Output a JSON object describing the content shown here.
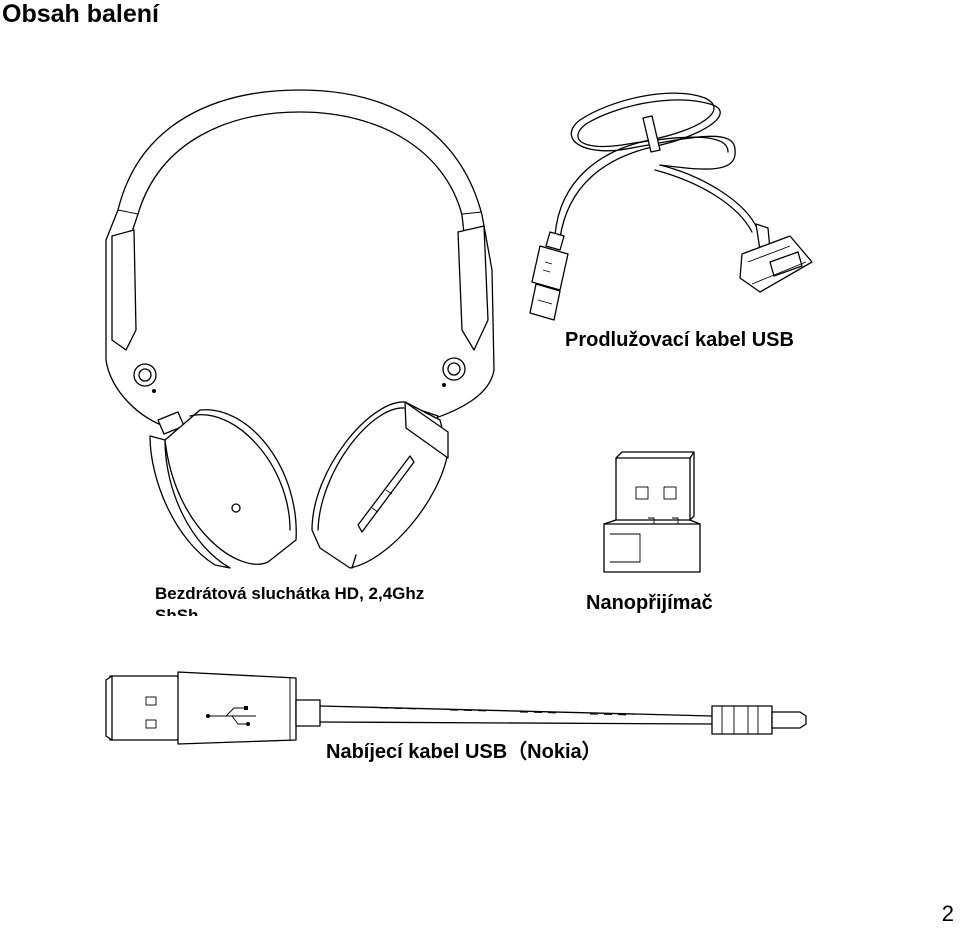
{
  "page": {
    "title": "Obsah balení",
    "page_number": "2"
  },
  "items": {
    "extension_cable": {
      "label": "Prodlužovací kabel USB"
    },
    "headphones": {
      "label_line1": "Bezdrátová sluchátka HD, 2,4Ghz",
      "label_line2": "ShSh"
    },
    "receiver": {
      "label": "Nanopřijímač"
    },
    "charging_cable": {
      "label": "Nabíjecí kabel USB（Nokia）"
    }
  }
}
